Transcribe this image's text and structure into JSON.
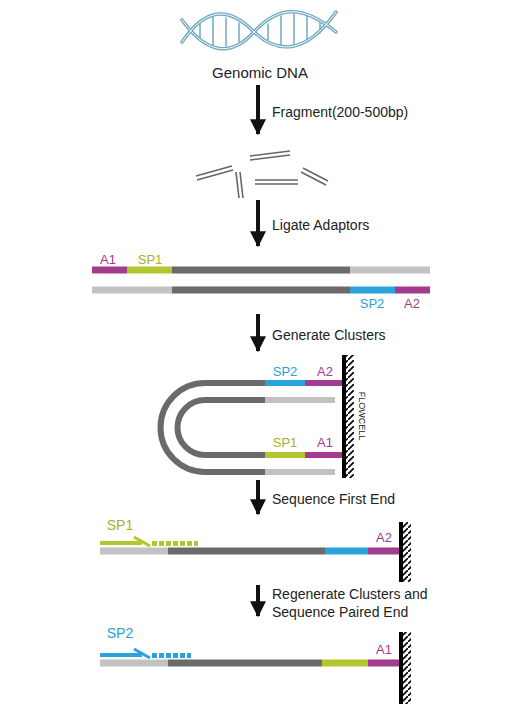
{
  "diagram": {
    "nodes": [
      {
        "text": [
          "Genomic DNA"
        ]
      },
      {
        "text": []
      },
      {
        "text": [
          "A1",
          "SP1",
          "SP2",
          "A2"
        ]
      },
      {
        "text": [
          "SP2",
          "A2",
          "SP1",
          "A1",
          "FLOWCELL"
        ]
      },
      {
        "text": [
          "SP1",
          "A2"
        ]
      },
      {
        "text": [
          "SP2",
          "A1"
        ]
      }
    ],
    "edges": [
      {
        "from": 0,
        "to": 1,
        "arrow": "to",
        "label": "Fragment(200-500bp)"
      },
      {
        "from": 1,
        "to": 2,
        "arrow": "to",
        "label": "Ligate Adaptors"
      },
      {
        "from": 2,
        "to": 3,
        "arrow": "to",
        "label": "Generate Clusters"
      },
      {
        "from": 3,
        "to": 4,
        "arrow": "to",
        "label": "Sequence First End"
      },
      {
        "from": 4,
        "to": 5,
        "arrow": "to",
        "label": "Regenerate Clusters and Sequence Paired End"
      }
    ]
  }
}
